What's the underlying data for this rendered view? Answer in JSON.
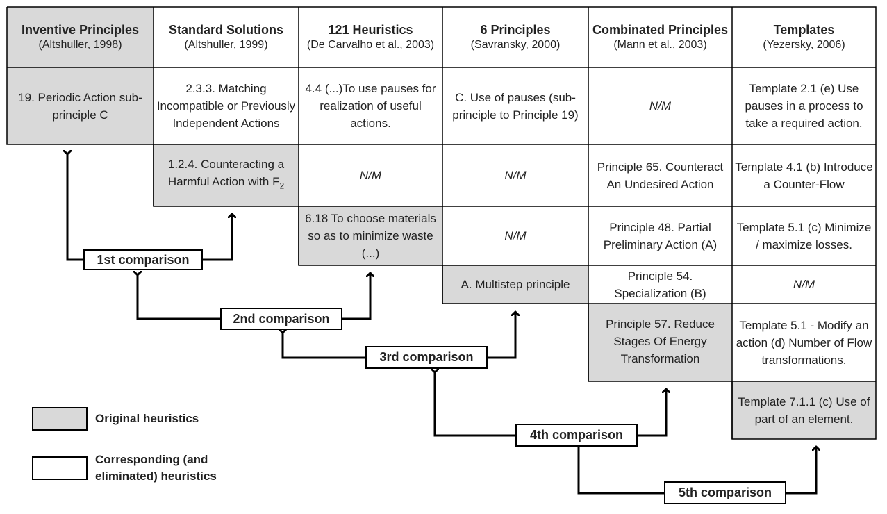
{
  "headers": [
    {
      "title": "Inventive Principles",
      "sub": "(Altshuller, 1998)"
    },
    {
      "title": "Standard Solutions",
      "sub": "(Altshuller, 1999)"
    },
    {
      "title": "121 Heuristics",
      "sub": "(De Carvalho et al., 2003)"
    },
    {
      "title": "6 Principles",
      "sub": "(Savransky, 2000)"
    },
    {
      "title": "Combinated Principles",
      "sub": "(Mann et al., 2003)"
    },
    {
      "title": "Templates",
      "sub": "(Yezersky, 2006)"
    }
  ],
  "cells": {
    "r1c1": "19. Periodic Action sub-principle C",
    "r1c2": "2.3.3. Matching Incompatible or Previously Independent Actions",
    "r1c3": "4.4 (...)To use pauses for realization of useful actions.",
    "r1c4": "C. Use of pauses (sub-principle to Principle 19)",
    "r1c5": "N/M",
    "r1c6": "Template 2.1 (e) Use pauses in a process to take a required action.",
    "r2c2_main": "1.2.4. Counteracting a Harmful Action with F",
    "r2c2_sub": "2",
    "r2c3": "N/M",
    "r2c4": "N/M",
    "r2c5": "Principle 65. Counteract An Undesired Action",
    "r2c6": "Template 4.1 (b) Introduce a Counter-Flow",
    "r3c3": "6.18 To choose materials so as to minimize waste (...)",
    "r3c4": "N/M",
    "r3c5": "Principle 48. Partial Preliminary Action (A)",
    "r3c6": "Template 5.1 (c) Minimize / maximize losses.",
    "r4c4": "A. Multistep principle",
    "r4c5": "Principle 54. Specialization (B)",
    "r4c6": "N/M",
    "r5c5": "Principle 57. Reduce Stages Of Energy Transformation",
    "r5c6": "Template 5.1 - Modify an action (d) Number of Flow transformations.",
    "r6c6": "Template 7.1.1 (c) Use of part of an element."
  },
  "comparisons": [
    "1st comparison",
    "2nd comparison",
    "3rd comparison",
    "4th comparison",
    "5th comparison"
  ],
  "legend": {
    "original": "Original heuristics",
    "corresponding": "Corresponding (and eliminated) heuristics"
  },
  "colors": {
    "original_fill": "#d9d9d9",
    "corresponding_fill": "#ffffff",
    "border": "#000000"
  }
}
